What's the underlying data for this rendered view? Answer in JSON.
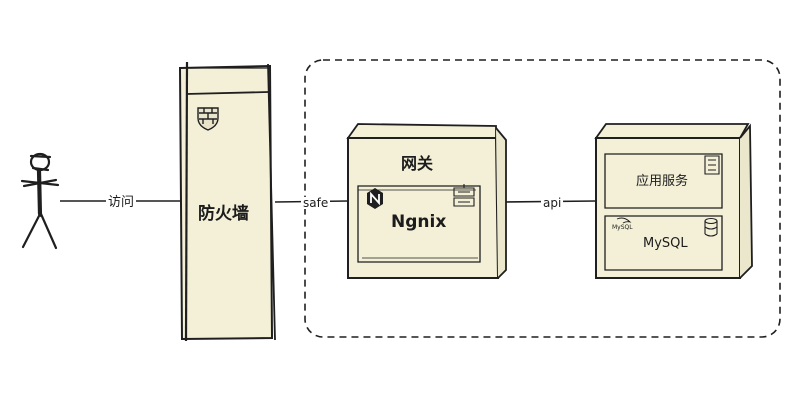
{
  "diagram": {
    "actor": {
      "icon": "stick-figure-user-icon"
    },
    "edges": [
      {
        "label": "访问"
      },
      {
        "label": "safe"
      },
      {
        "label": "api"
      }
    ],
    "firewall": {
      "label": "防火墙",
      "icon": "brick-shield-icon"
    },
    "gateway": {
      "title": "网关",
      "inner_label": "Ngnix",
      "icon": "nginx-logo-icon",
      "inner_icon": "server-stack-icon"
    },
    "app": {
      "service_label": "应用服务",
      "db_label": "MySQL",
      "service_icon": "server-icon",
      "db_icon": "database-icon",
      "db_logo_text": "MySQL"
    },
    "colors": {
      "fill": "#f3f0d7",
      "ink": "#1f1f1f"
    }
  }
}
